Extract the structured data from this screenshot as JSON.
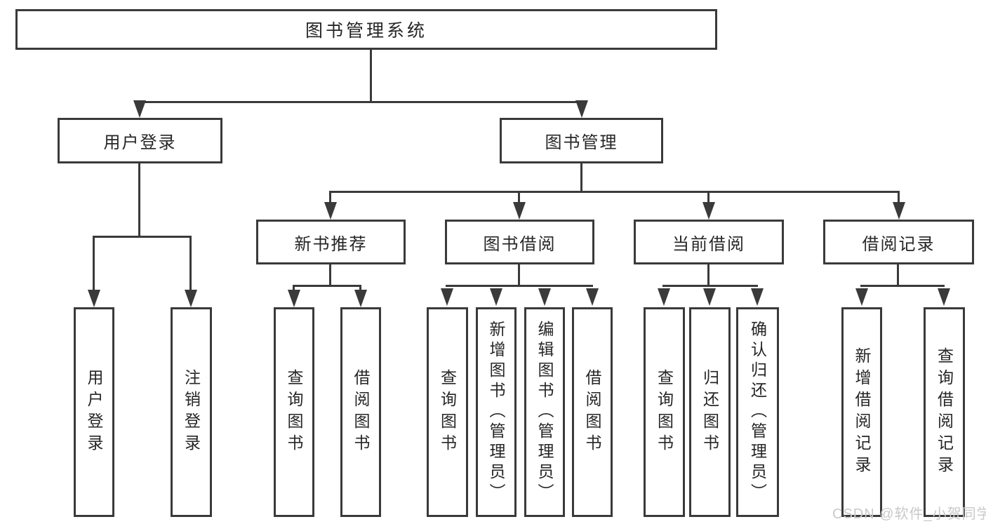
{
  "diagram": {
    "root": {
      "label": "图书管理系统"
    },
    "level2": {
      "user_login": {
        "label": "用户登录"
      },
      "book_management": {
        "label": "图书管理"
      }
    },
    "level3": {
      "new_book_recommend": {
        "label": "新书推荐"
      },
      "book_borrowing": {
        "label": "图书借阅"
      },
      "current_borrowing": {
        "label": "当前借阅"
      },
      "borrowing_records": {
        "label": "借阅记录"
      }
    },
    "level4": {
      "user_login": {
        "label": "用户登录"
      },
      "logout": {
        "label": "注销登录"
      },
      "recommend_query_books": {
        "label": "查询图书"
      },
      "recommend_borrow_books": {
        "label": "借阅图书"
      },
      "borrowing_query_books": {
        "label": "查询图书"
      },
      "borrowing_add_books": {
        "label": "新增图书（管理员）"
      },
      "borrowing_edit_books": {
        "label": "编辑图书（管理员）"
      },
      "borrowing_borrow_books": {
        "label": "借阅图书"
      },
      "current_query_books": {
        "label": "查询图书"
      },
      "current_return_books": {
        "label": "归还图书"
      },
      "current_confirm_return": {
        "label": "确认归还（管理员）"
      },
      "records_add_record": {
        "label": "新增借阅记录"
      },
      "records_query_record": {
        "label": "查询借阅记录"
      }
    },
    "watermark": "CSDN @软件_小贺同学"
  }
}
